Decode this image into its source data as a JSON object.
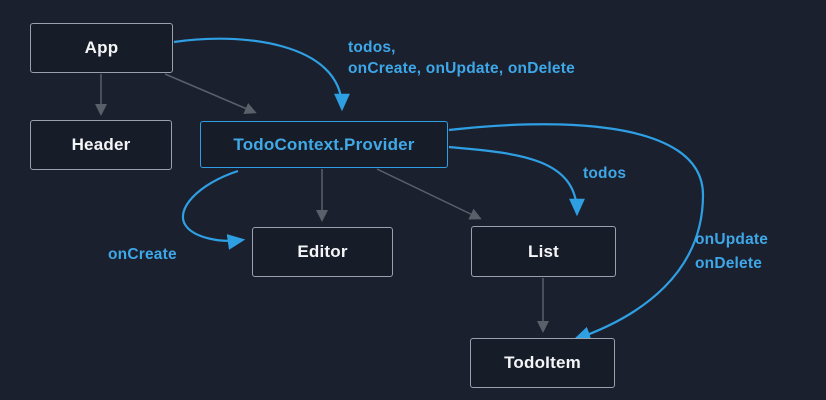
{
  "diagram": {
    "nodes": [
      {
        "id": "app",
        "label": "App"
      },
      {
        "id": "header",
        "label": "Header"
      },
      {
        "id": "provider",
        "label": "TodoContext.Provider"
      },
      {
        "id": "editor",
        "label": "Editor"
      },
      {
        "id": "list",
        "label": "List"
      },
      {
        "id": "todoitem",
        "label": "TodoItem"
      }
    ],
    "edges": [
      {
        "from": "App",
        "to": "Header",
        "type": "tree"
      },
      {
        "from": "App",
        "to": "TodoContext.Provider",
        "type": "tree"
      },
      {
        "from": "TodoContext.Provider",
        "to": "Editor",
        "type": "tree"
      },
      {
        "from": "TodoContext.Provider",
        "to": "List",
        "type": "tree"
      },
      {
        "from": "List",
        "to": "TodoItem",
        "type": "tree"
      },
      {
        "from": "App",
        "to": "TodoContext.Provider",
        "type": "props",
        "label": "todos, onCreate, onUpdate, onDelete"
      },
      {
        "from": "TodoContext.Provider",
        "to": "Editor",
        "type": "props",
        "label": "onCreate"
      },
      {
        "from": "TodoContext.Provider",
        "to": "List",
        "type": "props",
        "label": "todos"
      },
      {
        "from": "TodoContext.Provider",
        "to": "TodoItem",
        "type": "props",
        "label": "onUpdate onDelete"
      }
    ],
    "labels": {
      "provider_props_line1": "todos,",
      "provider_props_line2": "onCreate, onUpdate, onDelete",
      "todos": "todos",
      "on_create": "onCreate",
      "on_update": "onUpdate",
      "on_delete": "onDelete"
    },
    "colors": {
      "background": "#1b202e",
      "node_fill": "#171c29",
      "node_border": "#9ba1ac",
      "node_text": "#f4f5f7",
      "accent_blue": "#2f9fe4",
      "accent_text_blue": "#3ea7e8",
      "gray_arrow": "#5a5f6a"
    }
  }
}
